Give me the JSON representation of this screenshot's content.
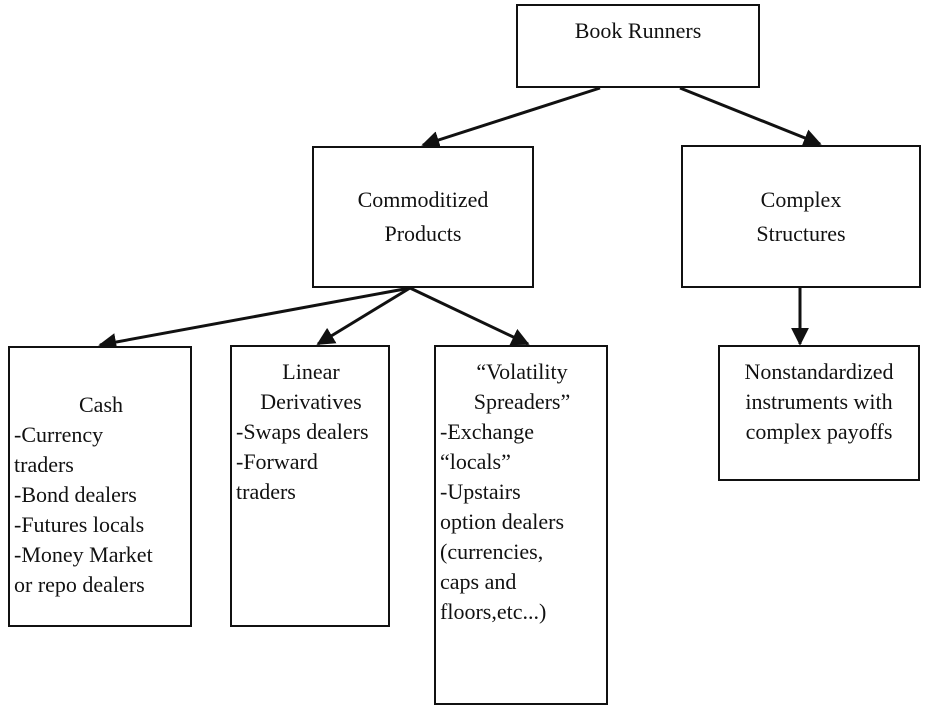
{
  "nodes": {
    "root": {
      "lines": [
        "Book Runners"
      ]
    },
    "commoditized": {
      "lines": [
        "Commoditized",
        "Products"
      ]
    },
    "complex": {
      "lines": [
        "Complex",
        "Structures"
      ]
    },
    "cash": {
      "title": [
        "Cash"
      ],
      "items": [
        "-Currency",
        "traders",
        "-Bond dealers",
        "-Futures locals",
        "-Money Market",
        "or repo dealers"
      ]
    },
    "linear": {
      "title": [
        "Linear",
        "Derivatives"
      ],
      "items": [
        "-Swaps dealers",
        "-Forward",
        "traders"
      ]
    },
    "volatility": {
      "title": [
        "“Volatility",
        "Spreaders”"
      ],
      "items": [
        "-Exchange",
        "“locals”",
        "-Upstairs",
        "option dealers",
        "(currencies,",
        "caps and",
        "floors,etc...)"
      ]
    },
    "nonstandard": {
      "lines": [
        "Nonstandardized",
        "instruments with",
        "complex payoffs"
      ]
    }
  },
  "edges": [
    {
      "from": "Book Runners",
      "to": "Commoditized Products"
    },
    {
      "from": "Book Runners",
      "to": "Complex Structures"
    },
    {
      "from": "Commoditized Products",
      "to": "Cash"
    },
    {
      "from": "Commoditized Products",
      "to": "Linear Derivatives"
    },
    {
      "from": "Commoditized Products",
      "to": "“Volatility Spreaders”"
    },
    {
      "from": "Complex Structures",
      "to": "Nonstandardized instruments with complex payoffs"
    }
  ]
}
